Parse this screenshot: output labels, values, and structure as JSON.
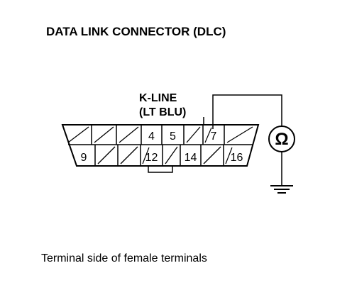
{
  "title": "DATA LINK CONNECTOR (DLC)",
  "wire": {
    "name": "K-LINE",
    "color_code": "(LT BLU)"
  },
  "connector": {
    "top_row": [
      "",
      "",
      "",
      "4",
      "5",
      "",
      "7",
      ""
    ],
    "bottom_row": [
      "9",
      "",
      "",
      "12",
      "",
      "14",
      "",
      "16"
    ]
  },
  "ohmmeter": {
    "symbol": "Ω",
    "icon": "ohmmeter-icon"
  },
  "ground": {
    "icon": "ground-icon"
  },
  "caption": "Terminal side of female terminals"
}
